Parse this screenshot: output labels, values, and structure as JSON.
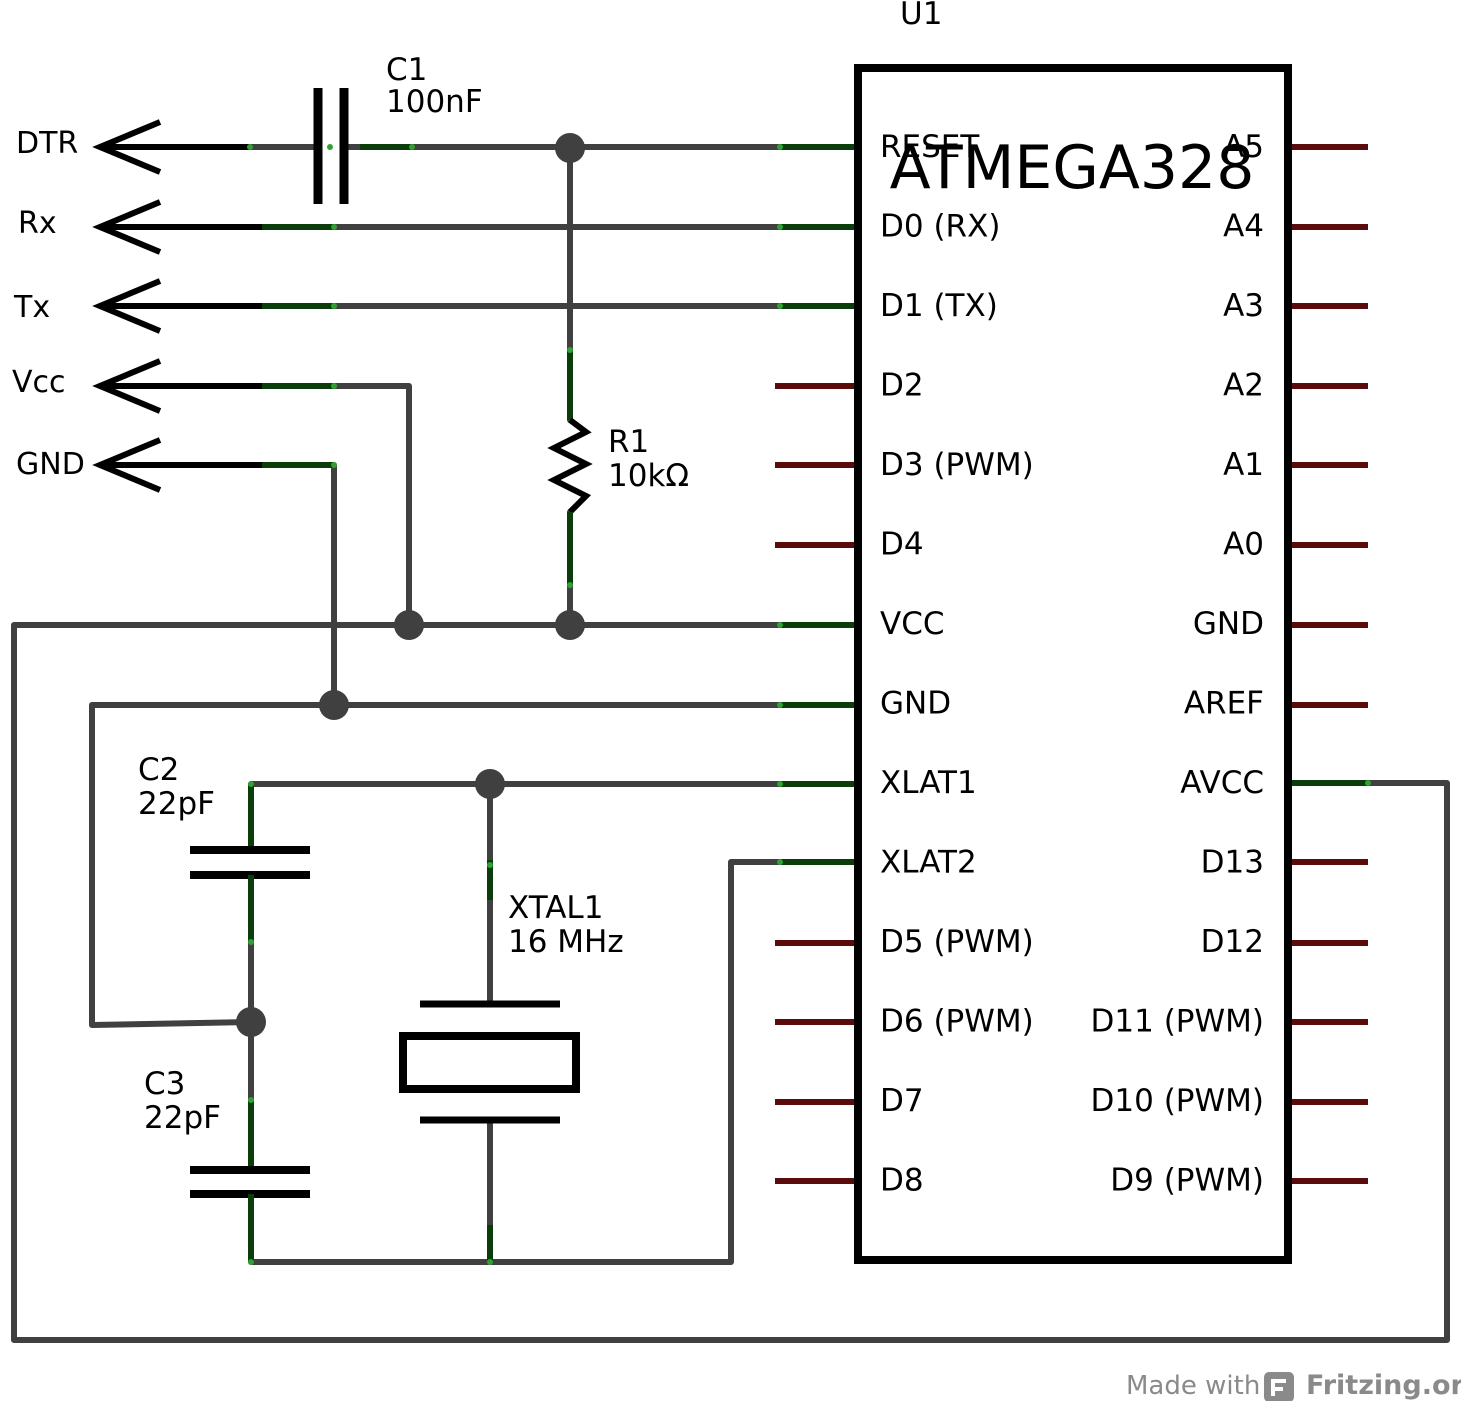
{
  "chip": {
    "ref": "U1",
    "part": "ATMEGA328",
    "left_pins": [
      "RESET",
      "D0 (RX)",
      "D1 (TX)",
      "D2",
      "D3 (PWM)",
      "D4",
      "VCC",
      "GND",
      "XLAT1",
      "XLAT2",
      "D5 (PWM)",
      "D6 (PWM)",
      "D7",
      "D8"
    ],
    "right_pins": [
      "A5",
      "A4",
      "A3",
      "A2",
      "A1",
      "A0",
      "GND",
      "AREF",
      "AVCC",
      "D13",
      "D12",
      "D11 (PWM)",
      "D10 (PWM)",
      "D9 (PWM)"
    ]
  },
  "connectors": {
    "dtr": "DTR",
    "rx": "Rx",
    "tx": "Tx",
    "vcc": "Vcc",
    "gnd": "GND"
  },
  "components": {
    "c1": {
      "ref": "C1",
      "value": "100nF"
    },
    "r1": {
      "ref": "R1",
      "value": "10kΩ"
    },
    "c2": {
      "ref": "C2",
      "value": "22pF"
    },
    "c3": {
      "ref": "C3",
      "value": "22pF"
    },
    "xtal1": {
      "ref": "XTAL1",
      "value": "16 MHz"
    }
  },
  "credit": {
    "prefix": "Made with",
    "brand": "Fritzing.org",
    "logo_icon": "fritzing-logo-icon"
  },
  "colors": {
    "wire": "#404040",
    "connected_lead": "#0a3d0a",
    "unconnected_lead": "#5a0c0c",
    "endpoint": "#2fa32f"
  }
}
